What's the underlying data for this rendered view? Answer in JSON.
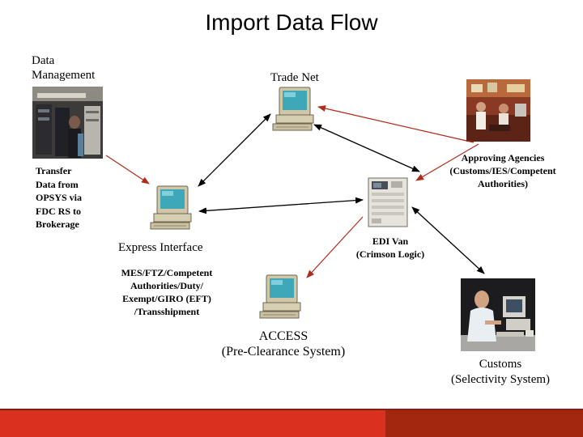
{
  "title": "Import Data Flow",
  "labels": {
    "data_management": "Data\nManagement",
    "trade_net": "Trade Net",
    "transfer": "Transfer\nData from\nOPSYS via\nFDC RS to\nBrokerage",
    "approving": "Approving Agencies\n(Customs/IES/Competent\nAuthorities)",
    "express_interface": "Express Interface",
    "edi_van": "EDI Van\n(Crimson Logic)",
    "mes": "MES/FTZ/Competent\nAuthorities/Duty/\nExempt/GIRO (EFT)\n/Transshipment",
    "access": "ACCESS\n(Pre-Clearance System)",
    "customs": "Customs\n(Selectivity System)"
  },
  "colors": {
    "arrow_black": "#000000",
    "arrow_red": "#b22a1a",
    "footer_red": "#d9301f",
    "footer_dark": "#a3260f"
  }
}
